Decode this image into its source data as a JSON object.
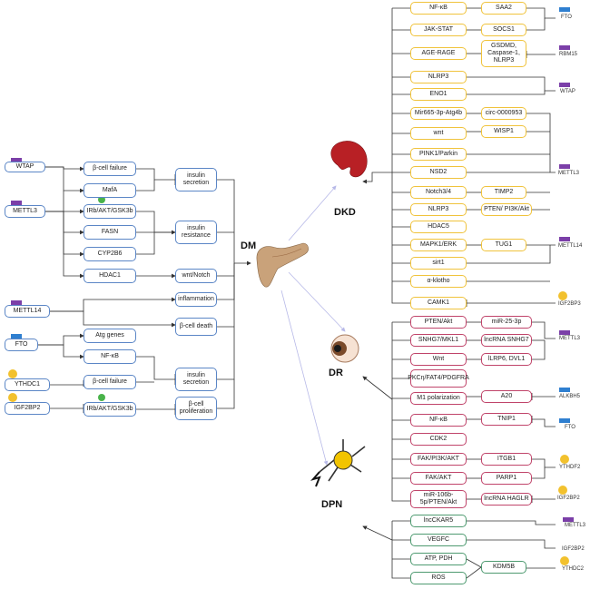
{
  "colors": {
    "dm": "#5b86c6",
    "dkd": "#f0c33c",
    "dr": "#c0446a",
    "dpn": "#4e9a70",
    "writer": "#7b3fa8",
    "eraser": "#2f7fd0",
    "reader": "#f2c12e"
  },
  "center": {
    "dm": "DM",
    "dkd": "DKD",
    "dr": "DR",
    "dpn": "DPN"
  },
  "left": {
    "regulators": {
      "wtap": "WTAP",
      "mettl3": "METTL3",
      "mettl14": "METTL14",
      "fto": "FTO",
      "ythdc1": "YTHDC1",
      "igf2bp2": "IGF2BP2"
    },
    "targets": {
      "bcf1": "β-cell failure",
      "mafa": "MafA",
      "irb1": "IRb/AKT/GSK3b",
      "fasn": "FASN",
      "cyp2b6": "CYP2B6",
      "hdac1": "HDAC1",
      "atg": "Atg genes",
      "nfkb": "NF-κB",
      "bcf2": "β-cell failure",
      "irb2": "IRb/AKT/GSK3b"
    },
    "outcomes": {
      "ins_sec1": "insulin secretion",
      "ins_res": "insulin resistance",
      "wnt": "wnt/Notch",
      "inflam": "inflammation",
      "death": "β-cell death",
      "ins_sec2": "insulin secretion",
      "prolif": "β-cell proliferation"
    }
  },
  "dkd": {
    "pathways": [
      "NF-κB",
      "JAK-STAT",
      "AGE-RAGE",
      "NLRP3",
      "ENO1",
      "Mir665-3p-Atg4b",
      "wnt",
      "PINK1/Parkin",
      "NSD2",
      "Notch3/4",
      "NLRP3",
      "HDAC5",
      "MAPK1/ERK",
      "sirt1",
      "α-klotho",
      "CAMK1"
    ],
    "mediators": {
      "saa2": "SAA2",
      "socs1": "SOCS1",
      "gsdmd": "GSDMD, Caspase-1, NLRP3",
      "circ": "circ-0000953",
      "wisp1": "WISP1",
      "timp2": "TIMP2",
      "pten": "PTEN/ PI3K/Akt",
      "tug1": "TUG1"
    },
    "regulators": {
      "fto": "FTO",
      "rbm15": "RBM15",
      "wtap": "WTAP",
      "mettl3": "METTL3",
      "mettl14": "METTL14",
      "igf2bp3": "IGF2BP3"
    }
  },
  "dr": {
    "pathways": [
      "PTEN/Akt",
      "SNHG7/MKL1",
      "Wnt",
      "PKCη/FAT4/PDGFRA",
      "M1 polarization",
      "NF-κB",
      "CDK2",
      "FAK/PI3K/AKT",
      "FAK/AKT",
      "miR-106b-5p/PTEN/Akt"
    ],
    "mediators": {
      "mir25": "miR-25-3p",
      "lnc7": "lncRNA SNHG7",
      "lrp6": "lLRP6, DVL1",
      "a20": "A20",
      "tnip1": "TNIP1",
      "itgb1": "ITGB1",
      "parp1": "PARP1",
      "haglr": "lncRNA HAGLR"
    },
    "regulators": {
      "mettl3": "METTL3",
      "alkbh5": "ALKBH5",
      "fto": "FTO",
      "ythdf2": "YTHDF2",
      "igf2bp2": "IGF2BP2"
    }
  },
  "dpn": {
    "pathways": [
      "lncCKAR5",
      "VEGFC",
      "ATP, PDH",
      "ROS"
    ],
    "mediators": {
      "kdm5b": "KDM5B"
    },
    "regulators": {
      "mettl3": "METTL3",
      "igf2bp2": "IGF2BP2",
      "ythdc2": "YTHDC2"
    }
  }
}
